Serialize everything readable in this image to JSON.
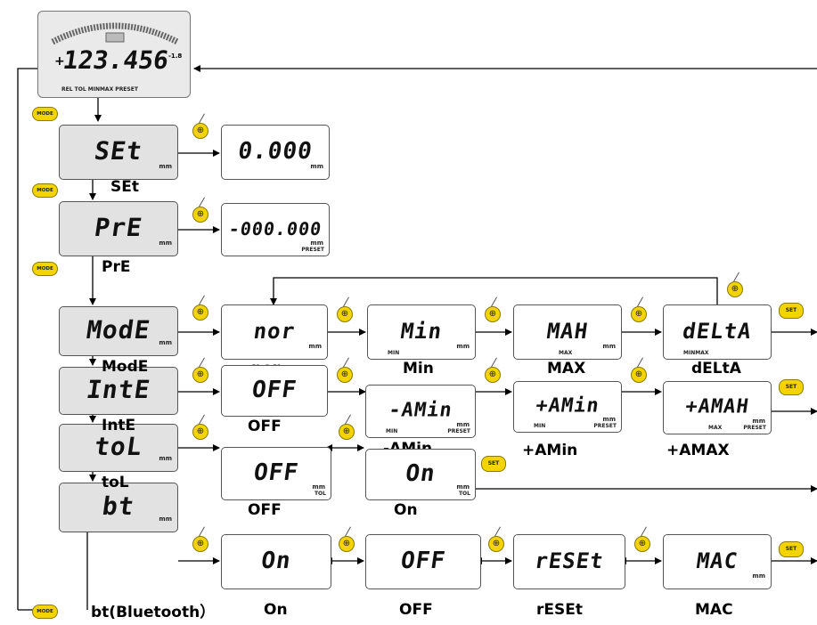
{
  "colors": {
    "button": "#f3d400",
    "menu_bg": "#e2e2e2",
    "line": "#000000"
  },
  "header": {
    "reading": "123.456",
    "sign": "+",
    "suffix": "-1.8",
    "indicators": "REL TOL MINMAX PRESET"
  },
  "buttons": {
    "mode": "MODE",
    "set": "SET",
    "enter": "⊕"
  },
  "menus": [
    {
      "id": "set",
      "display": "SEt",
      "unit": "mm",
      "caption": "SEt"
    },
    {
      "id": "preset",
      "display": "PrE",
      "unit": "mm",
      "caption": "PrE"
    },
    {
      "id": "mode",
      "display": "ModE",
      "unit": "mm",
      "caption": "ModE"
    },
    {
      "id": "inte",
      "display": "IntE",
      "unit": "",
      "caption": "IntE"
    },
    {
      "id": "tol",
      "display": "toL",
      "unit": "mm",
      "caption": "toL"
    },
    {
      "id": "bt",
      "display": "bt",
      "unit": "mm",
      "caption": "bt(Bluetooth）"
    }
  ],
  "options": {
    "set": [
      {
        "display": "0.000",
        "unit": "mm",
        "caption": ""
      }
    ],
    "preset": [
      {
        "display": "-000.000",
        "unit": "mm",
        "sub": "PRESET",
        "caption": ""
      }
    ],
    "mode": [
      {
        "display": "nor",
        "unit": "mm",
        "caption": "nor"
      },
      {
        "display": "Min",
        "unit": "mm",
        "sub": "MIN",
        "caption": "Min"
      },
      {
        "display": "MAH",
        "unit": "mm",
        "sub": "MAX",
        "caption": "MAX"
      },
      {
        "display": "dELtA",
        "unit": "",
        "sub": "MINMAX",
        "caption": "dELtA"
      }
    ],
    "inte": [
      {
        "display": "OFF",
        "unit": "",
        "caption": "OFF"
      },
      {
        "display": "-AMin",
        "unit": "mm",
        "sub": "MIN",
        "sub2": "PRESET",
        "caption": "-AMin"
      },
      {
        "display": "+AMin",
        "unit": "mm",
        "sub": "MIN",
        "sub2": "PRESET",
        "caption": "+AMin"
      },
      {
        "display": "+AMAH",
        "unit": "mm",
        "sub": "MAX",
        "sub2": "PRESET",
        "caption": "+AMAX"
      }
    ],
    "tol": [
      {
        "display": "OFF",
        "unit": "mm",
        "sub2": "TOL",
        "caption": "OFF"
      },
      {
        "display": "On",
        "unit": "mm",
        "sub2": "TOL",
        "caption": "On"
      }
    ],
    "bt": [
      {
        "display": "On",
        "unit": "",
        "caption": "On"
      },
      {
        "display": "OFF",
        "unit": "",
        "caption": "OFF"
      },
      {
        "display": "rESEt",
        "unit": "",
        "caption": "rESEt"
      },
      {
        "display": "MAC",
        "unit": "mm",
        "caption": "MAC"
      }
    ]
  }
}
